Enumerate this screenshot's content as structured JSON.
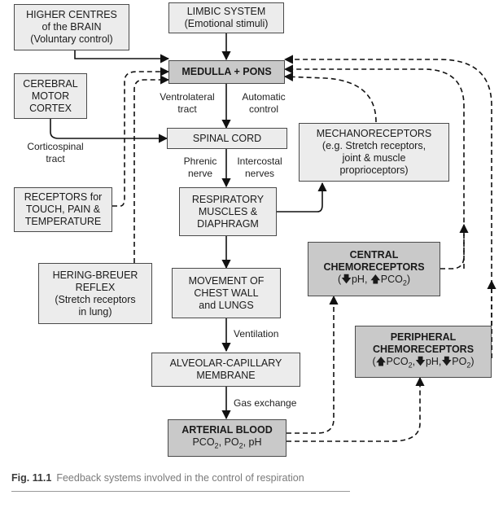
{
  "boxes": {
    "higher_centres": [
      "HIGHER CENTRES",
      "of the BRAIN",
      "(Voluntary control)"
    ],
    "limbic": [
      "LIMBIC SYSTEM",
      "(Emotional stimuli)"
    ],
    "medulla": [
      "MEDULLA + PONS"
    ],
    "cerebral": [
      "CEREBRAL",
      "MOTOR",
      "CORTEX"
    ],
    "spinal": [
      "SPINAL CORD"
    ],
    "mechano": [
      "MECHANORECEPTORS",
      "(e.g. Stretch receptors,",
      "joint & muscle",
      "proprioceptors)"
    ],
    "touch": [
      "RECEPTORS for",
      "TOUCH, PAIN &",
      "TEMPERATURE"
    ],
    "resp": [
      "RESPIRATORY",
      "MUSCLES &",
      "DIAPHRAGM"
    ],
    "central": [
      "CENTRAL",
      "CHEMORECEPTORS"
    ],
    "central_sub": [
      "pH, ",
      "PCO",
      "2",
      ")"
    ],
    "hering": [
      "HERING-BREUER",
      "REFLEX",
      "(Stretch receptors",
      "in lung)"
    ],
    "movement": [
      "MOVEMENT OF",
      "CHEST WALL",
      "and LUNGS"
    ],
    "peripheral": [
      "PERIPHERAL",
      "CHEMORECEPTORS"
    ],
    "peripheral_sub": [
      "PCO",
      "2",
      ",",
      "pH,",
      "PO",
      "2",
      ")"
    ],
    "alveolar": [
      "ALVEOLAR-CAPILLARY",
      "MEMBRANE"
    ],
    "arterial": [
      "ARTERIAL BLOOD"
    ],
    "arterial_sub": [
      "PCO",
      "2",
      ", PO",
      "2",
      ", pH"
    ]
  },
  "labels": {
    "ventrolateral": [
      "Ventrolateral",
      "tract"
    ],
    "automatic": [
      "Automatic",
      "control"
    ],
    "corticospinal": [
      "Corticospinal",
      "tract"
    ],
    "phrenic": [
      "Phrenic",
      "nerve"
    ],
    "intercostal": [
      "Intercostal",
      "nerves"
    ],
    "ventilation": "Ventilation",
    "gas_exchange": "Gas exchange"
  },
  "caption": {
    "number": "Fig. 11.1",
    "text": "Feedback systems involved in the control of respiration"
  }
}
